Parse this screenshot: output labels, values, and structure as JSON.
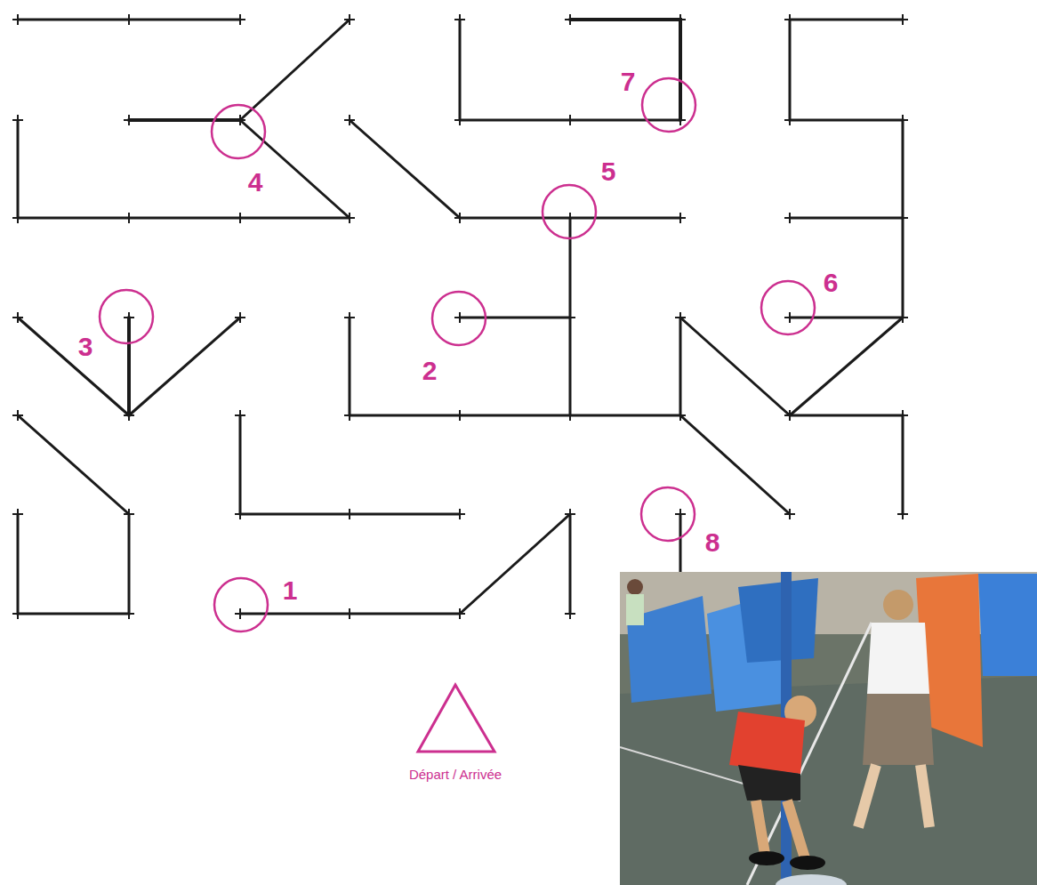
{
  "diagram": {
    "labels": [
      "7",
      "4",
      "5",
      "6",
      "3",
      "2",
      "1",
      "8",
      "Départ / Arrivée"
    ]
  }
}
